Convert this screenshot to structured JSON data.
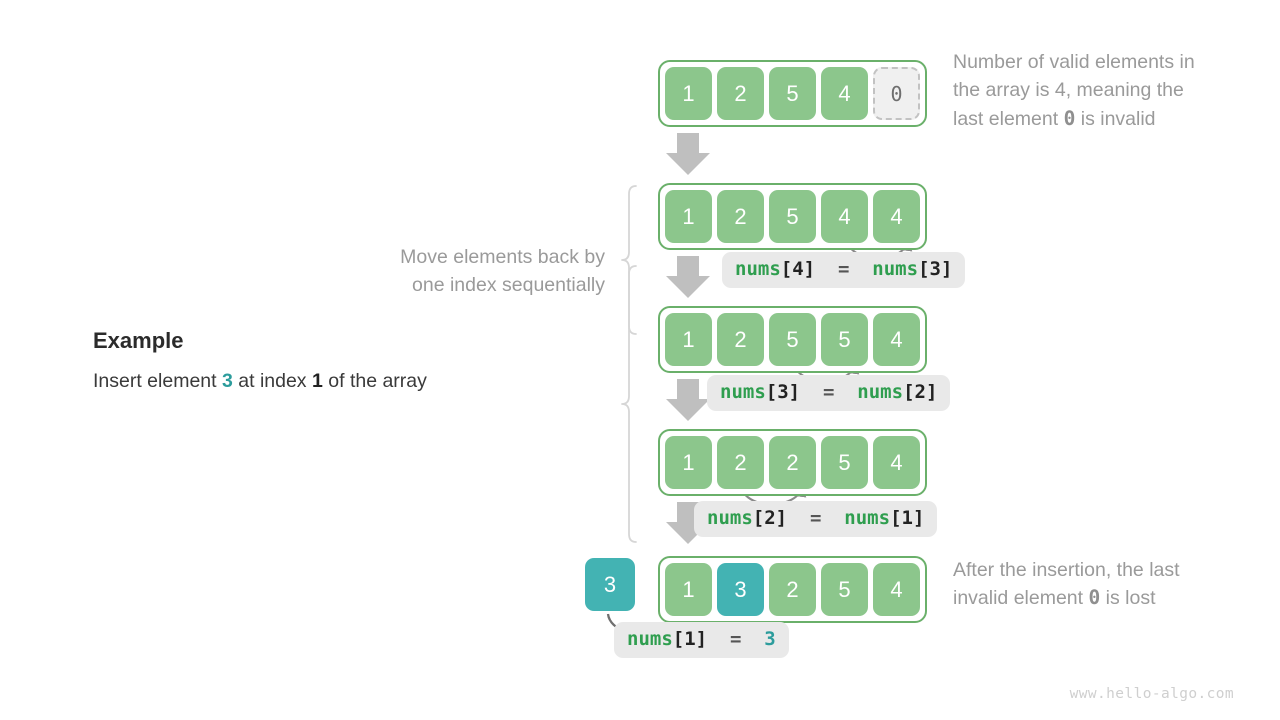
{
  "title": "Array insertion operation",
  "colors": {
    "cell_green": "#8cc68c",
    "cell_teal": "#43b3b3",
    "array_border": "#6ab06a",
    "invalid_fill": "#f0f0f0",
    "invalid_border": "#c2c2c2",
    "code_bg": "#e9e9e9",
    "code_var": "#2f9e4f",
    "code_num": "#222222",
    "note_text": "#9a9a9a",
    "arrow_gray": "#bfbfbf",
    "arc_gray": "#8a8a8a",
    "watermark": "#cfcfcf"
  },
  "example": {
    "heading": "Example",
    "line_prefix": "Insert element ",
    "value": "3",
    "line_middle": " at index ",
    "index": "1",
    "line_suffix": " of the array"
  },
  "brace_label": {
    "line1": "Move elements back by",
    "line2": "one index sequentially"
  },
  "notes": {
    "top": {
      "line1": "Number of valid elements in",
      "line2_pre": "the array is 4, meaning the",
      "line3_pre": "last element ",
      "mono": "0",
      "line3_post": " is invalid"
    },
    "bottom": {
      "line1": "After the insertion, the last",
      "line2_pre": "invalid element ",
      "mono": "0",
      "line2_post": " is lost"
    }
  },
  "rows": [
    {
      "name": "row-initial",
      "cells": [
        {
          "value": "1",
          "style": "green"
        },
        {
          "value": "2",
          "style": "green"
        },
        {
          "value": "5",
          "style": "green"
        },
        {
          "value": "4",
          "style": "green"
        },
        {
          "value": "0",
          "style": "invalid"
        }
      ]
    },
    {
      "name": "row-shift-4",
      "cells": [
        {
          "value": "1",
          "style": "green"
        },
        {
          "value": "2",
          "style": "green"
        },
        {
          "value": "5",
          "style": "green"
        },
        {
          "value": "4",
          "style": "green"
        },
        {
          "value": "4",
          "style": "green"
        }
      ]
    },
    {
      "name": "row-shift-3",
      "cells": [
        {
          "value": "1",
          "style": "green"
        },
        {
          "value": "2",
          "style": "green"
        },
        {
          "value": "5",
          "style": "green"
        },
        {
          "value": "5",
          "style": "green"
        },
        {
          "value": "4",
          "style": "green"
        }
      ]
    },
    {
      "name": "row-shift-2",
      "cells": [
        {
          "value": "1",
          "style": "green"
        },
        {
          "value": "2",
          "style": "green"
        },
        {
          "value": "2",
          "style": "green"
        },
        {
          "value": "5",
          "style": "green"
        },
        {
          "value": "4",
          "style": "green"
        }
      ]
    },
    {
      "name": "row-final",
      "cells": [
        {
          "value": "1",
          "style": "green"
        },
        {
          "value": "3",
          "style": "teal"
        },
        {
          "value": "2",
          "style": "green"
        },
        {
          "value": "5",
          "style": "green"
        },
        {
          "value": "4",
          "style": "green"
        }
      ]
    }
  ],
  "insert_box": {
    "value": "3"
  },
  "code_steps": [
    {
      "name": "code-nums4-eq-nums3",
      "lhs_var": "nums",
      "lhs_idx": "4",
      "op": "=",
      "rhs_var": "nums",
      "rhs_idx": "3"
    },
    {
      "name": "code-nums3-eq-nums2",
      "lhs_var": "nums",
      "lhs_idx": "3",
      "op": "=",
      "rhs_var": "nums",
      "rhs_idx": "2"
    },
    {
      "name": "code-nums2-eq-nums1",
      "lhs_var": "nums",
      "lhs_idx": "2",
      "op": "=",
      "rhs_var": "nums",
      "rhs_idx": "1"
    },
    {
      "name": "code-nums1-eq-3",
      "lhs_var": "nums",
      "lhs_idx": "1",
      "op": "=",
      "rhs_literal": "3"
    }
  ],
  "watermark": "www.hello-algo.com"
}
